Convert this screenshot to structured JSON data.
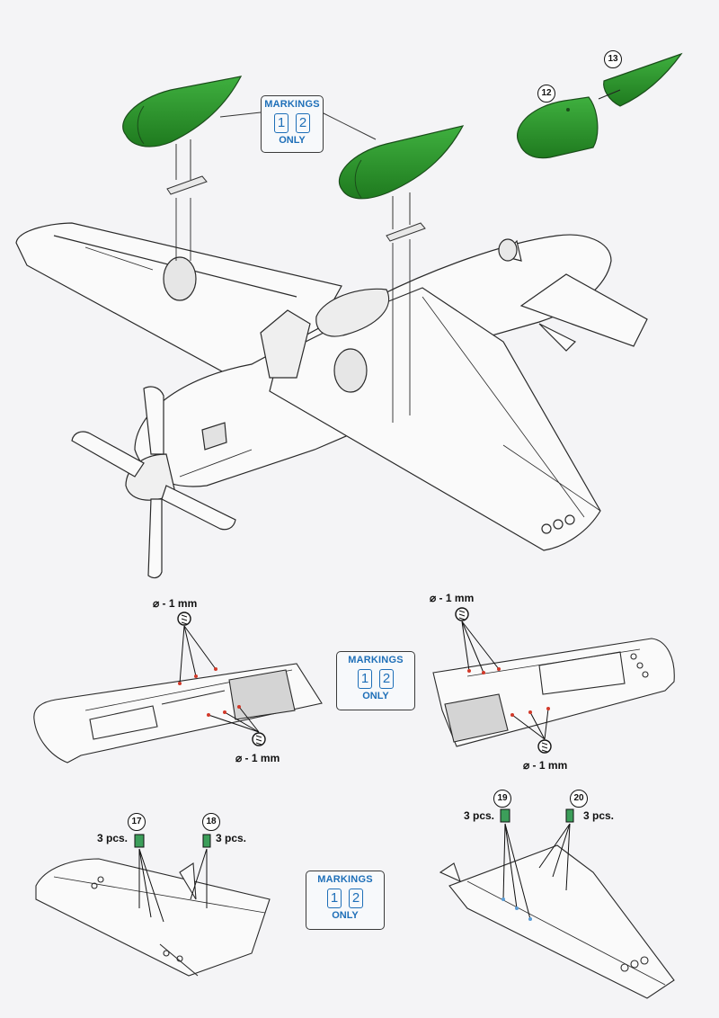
{
  "markings": {
    "title": "MARKINGS",
    "option_1": "1",
    "option_2": "2",
    "only": "ONLY"
  },
  "drill": {
    "top_left": "⌀ - 1 mm",
    "bottom_left": "⌀ - 1 mm",
    "top_right": "⌀ - 1 mm",
    "bottom_right": "⌀ - 1 mm"
  },
  "parts": {
    "p12": "12",
    "p13": "13",
    "p17": "17",
    "p18": "18",
    "p19": "19",
    "p20": "20"
  },
  "quantities": {
    "q17": "3 pcs.",
    "q18": "3 pcs.",
    "q19": "3 pcs.",
    "q20": "3 pcs."
  },
  "colors": {
    "tank_green": "#2f9b2f",
    "markings_blue": "#1e6fb8",
    "drill_red": "#d23a2a",
    "line": "#2a2a2a"
  }
}
